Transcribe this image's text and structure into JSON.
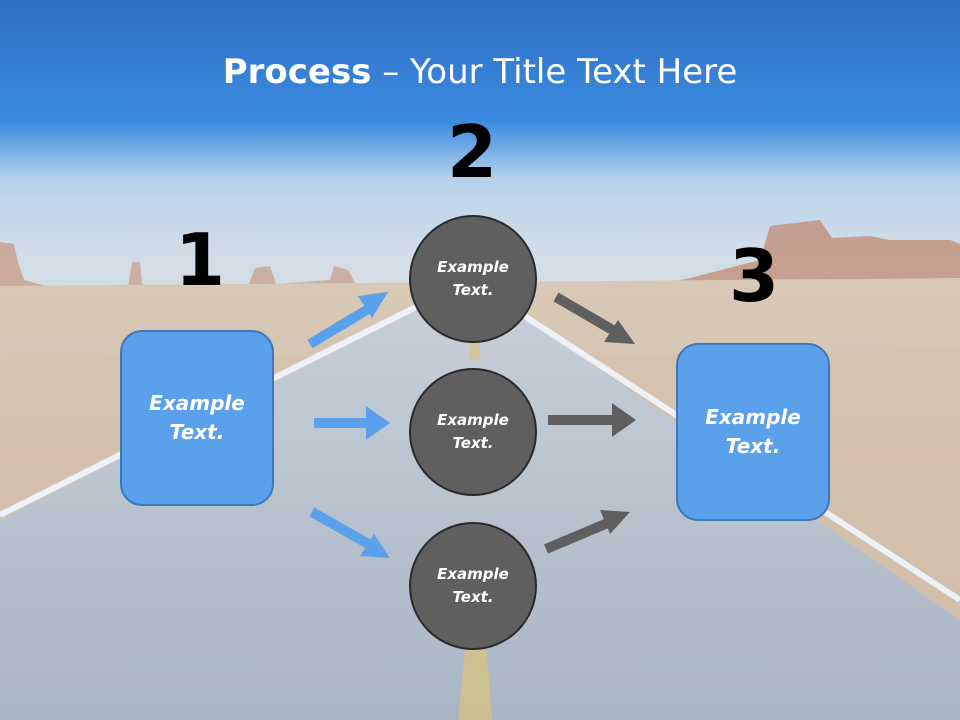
{
  "title": {
    "bold": "Process",
    "rest": " – Your Title Text Here"
  },
  "steps": [
    {
      "number": "1",
      "label": "Example\nText."
    },
    {
      "number": "2",
      "label": "Example\nText."
    },
    {
      "number": "3",
      "label": "Example\nText."
    }
  ],
  "circles": [
    {
      "label": "Example\nText."
    },
    {
      "label": "Example\nText."
    },
    {
      "label": "Example\nText."
    }
  ],
  "colors": {
    "sky_top": "#2e73c9",
    "box_fill": "#5aa0ea",
    "circle_fill": "#5f5f5f",
    "arrow_left": "#5aa0ea",
    "arrow_right": "#5f5f5f"
  }
}
